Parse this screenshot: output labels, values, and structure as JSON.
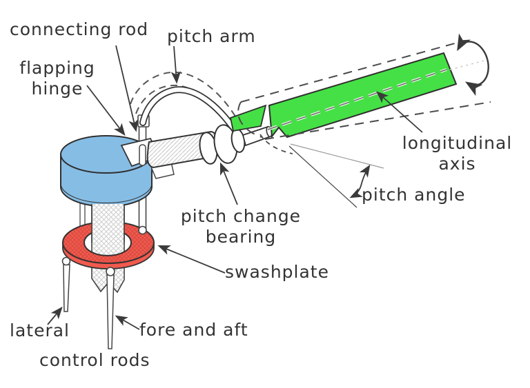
{
  "diagram": {
    "labels": {
      "connecting_rod": "connecting rod",
      "pitch_arm": "pitch arm",
      "flapping_hinge": "flapping\nhinge",
      "longitudinal_axis": "longitudinal\naxis",
      "pitch_angle": "pitch angle",
      "pitch_change_bearing": "pitch change\nbearing",
      "swashplate": "swashplate",
      "lateral": "lateral",
      "fore_and_aft": "fore and aft",
      "control_rods": "control rods"
    },
    "colors": {
      "hub_blue": "#86bde5",
      "swashplate_red": "#f15a4e",
      "blade_green": "#45e045",
      "outline_dark": "#3a3a3a",
      "text": "#333333",
      "background": "#ffffff"
    }
  }
}
